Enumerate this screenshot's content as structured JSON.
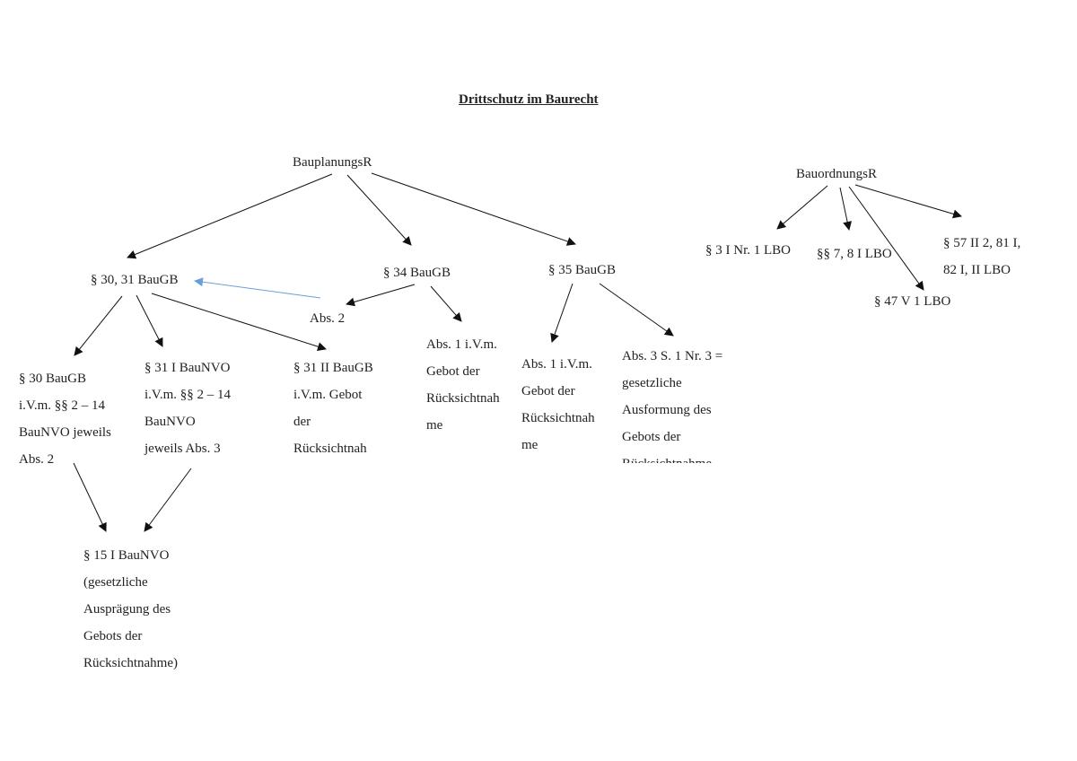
{
  "title": "Drittschutz im Baurecht",
  "nodes": {
    "bauplanungsr": "BauplanungsR",
    "bauordnungsr": "BauordnungsR",
    "s30_31": "§ 30, 31 BauGB",
    "s34": "§ 34 BauGB",
    "s34_abs2": "Abs. 2",
    "s35": "§ 35 BauGB",
    "s30_lines": [
      "§ 30 BauGB",
      "i.V.m. §§ 2 – 14",
      "BauNVO jeweils",
      "Abs. 2"
    ],
    "s31i_lines": [
      "§ 31 I BauNVO",
      "i.V.m. §§ 2 – 14",
      "BauNVO",
      "jeweils Abs. 3"
    ],
    "s31ii_lines": [
      "§ 31 II BauGB",
      "i.V.m. Gebot",
      "der",
      "Rücksichtnah"
    ],
    "s34_abs1_lines": [
      "Abs. 1 i.V.m.",
      "Gebot der",
      "Rücksichtnah",
      "me"
    ],
    "s35_abs1_lines": [
      "Abs. 1 i.V.m.",
      "Gebot der",
      "Rücksichtnah",
      "me"
    ],
    "s35_abs3_lines": [
      "Abs. 3 S. 1 Nr. 3 =",
      "gesetzliche",
      "Ausformung des",
      "Gebots der",
      "Rücksichtnahme"
    ],
    "s15_lines": [
      "§ 15 I BauNVO",
      "(gesetzliche",
      "Ausprägung des",
      "Gebots der",
      "Rücksichtnahme)"
    ],
    "lbo_3": "§ 3 I Nr. 1 LBO",
    "lbo_7_8": "§§ 7, 8 I LBO",
    "lbo_47": "§ 47 V 1 LBO",
    "lbo_57_lines": [
      "§ 57 II 2, 81 I,",
      "82 I, II LBO"
    ]
  },
  "colors": {
    "text": "#222222",
    "arrow": "#111111",
    "highlight_arrow": "#6a9fd4"
  }
}
